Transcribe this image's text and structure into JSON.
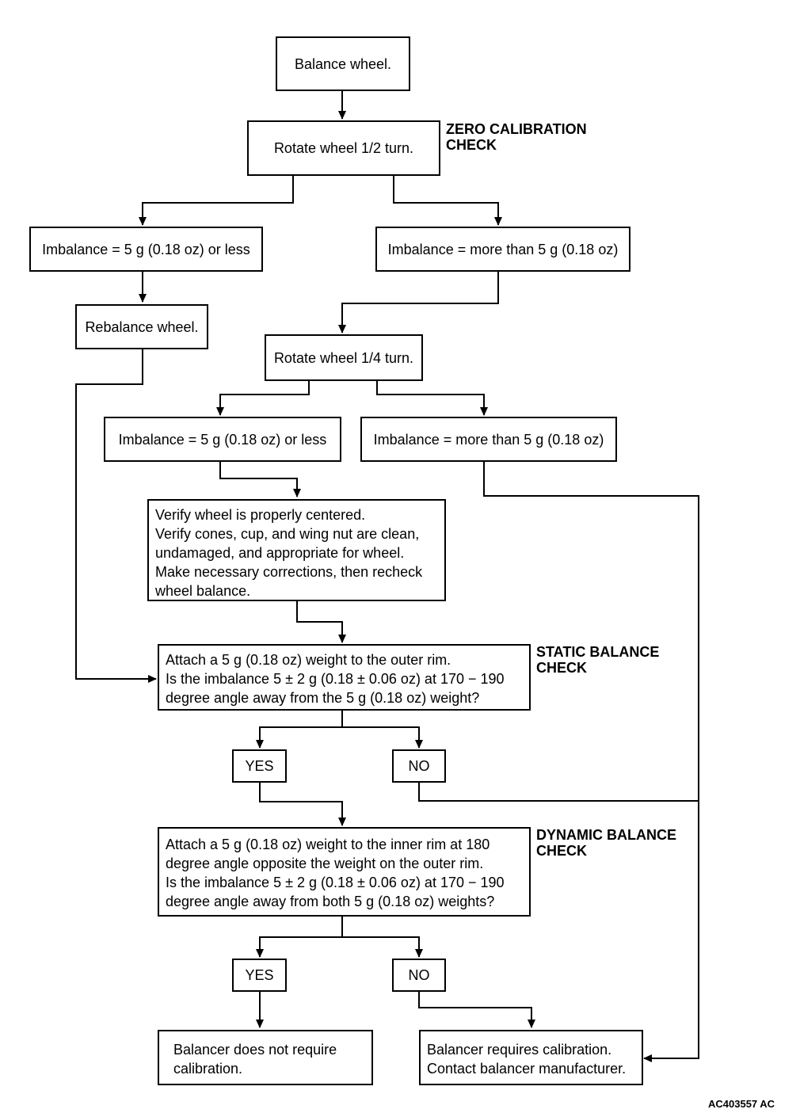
{
  "nodes": {
    "balance_wheel": "Balance wheel.",
    "rotate_half": "Rotate wheel 1/2 turn.",
    "imb_less_1": "Imbalance = 5 g (0.18 oz) or less",
    "imb_more_1": "Imbalance = more than 5 g (0.18 oz)",
    "rebalance": "Rebalance wheel.",
    "rotate_quarter": "Rotate wheel 1/4 turn.",
    "imb_less_2": "Imbalance = 5 g (0.18 oz) or less",
    "imb_more_2": "Imbalance = more than 5 g (0.18 oz)",
    "verify": [
      "Verify wheel is properly centered.",
      "Verify cones, cup, and wing nut are clean,",
      "undamaged, and appropriate for wheel.",
      "Make necessary corrections, then recheck",
      "wheel balance."
    ],
    "static_check": [
      "Attach a 5 g (0.18 oz) weight to the outer rim.",
      "Is the imbalance 5 ± 2 g (0.18 ± 0.06 oz) at 170 − 190",
      "degree angle away from the 5 g (0.18 oz) weight?"
    ],
    "yes_1": "YES",
    "no_1": "NO",
    "dynamic_check": [
      "Attach a 5 g (0.18 oz) weight to the inner rim at 180",
      "degree angle opposite the weight on the outer rim.",
      "Is the imbalance 5 ± 2 g (0.18 ± 0.06 oz) at 170 − 190",
      "degree angle away from both 5 g (0.18 oz) weights?"
    ],
    "yes_2": "YES",
    "no_2": "NO",
    "no_calibration": [
      "Balancer does not require",
      "calibration."
    ],
    "calibration": [
      "Balancer requires calibration.",
      "Contact balancer manufacturer."
    ]
  },
  "labels": {
    "zero_calibration": [
      "ZERO CALIBRATION",
      "CHECK"
    ],
    "static_balance": [
      "STATIC BALANCE",
      "CHECK"
    ],
    "dynamic_balance": [
      "DYNAMIC BALANCE",
      "CHECK"
    ]
  },
  "figure_id": "AC403557 AC"
}
